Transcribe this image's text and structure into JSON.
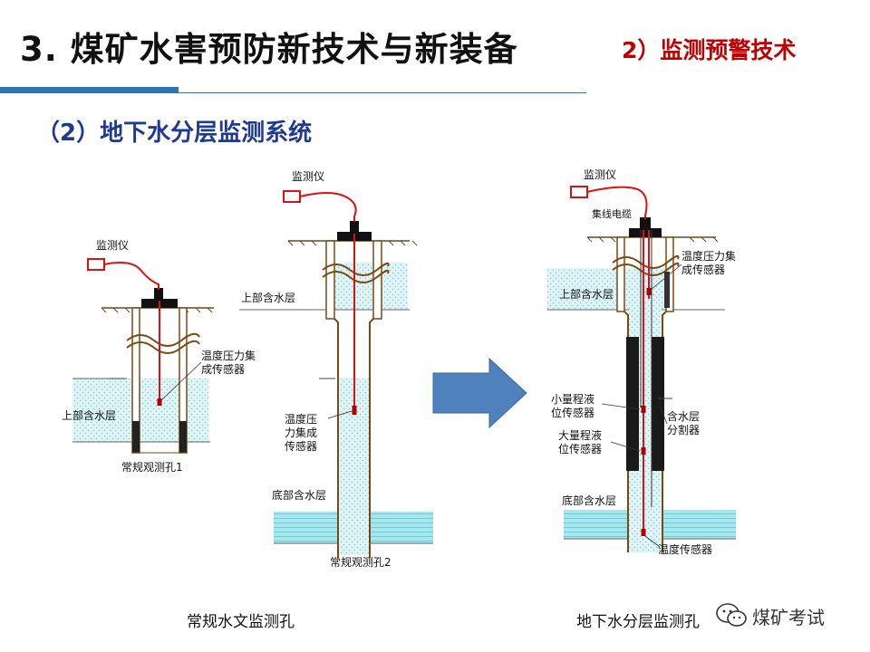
{
  "header": {
    "title": "3. 煤矿水害预防新技术与新装备",
    "section_tag": "2）监测预警技术"
  },
  "subtitle": "（2）地下水分层监测系统",
  "colors": {
    "accent_blue": "#2e75b6",
    "section_red": "#c00000",
    "subtitle_blue": "#1f3a93",
    "arrow_blue": "#4f81bd",
    "casing_brown": "#7a4a12",
    "cable_red": "#e01010",
    "water_cyan": "#9fe0e8"
  },
  "left_diagram": {
    "instrument_label": "监测仪",
    "sensor_label": "温度压力集\n成传感器",
    "aquifer_label": "上部含水层",
    "hole_caption": "常规观测孔1"
  },
  "middle_diagram": {
    "instrument_label": "监测仪",
    "upper_aquifer_label": "上部含水层",
    "sensor_label": "温度压\n力集成\n传感器",
    "bottom_aquifer_label": "底部含水层",
    "hole_caption": "常规观测孔2"
  },
  "right_diagram": {
    "instrument_label": "监测仪",
    "cable_label": "集线电缆",
    "sensor_label": "温度压力集\n成传感器",
    "upper_aquifer_label": "上部含水层",
    "small_range_label": "小量程液\n位传感器",
    "large_range_label": "大量程液\n位传感器",
    "separator_label": "含水层\n分割器",
    "bottom_aquifer_label": "底部含水层",
    "temp_sensor_label": "温度传感器"
  },
  "captions": {
    "conventional": "常规水文监测孔",
    "layered": "地下水分层监测孔"
  },
  "watermark": {
    "text": "煤矿考试",
    "icon": "wechat-icon"
  }
}
